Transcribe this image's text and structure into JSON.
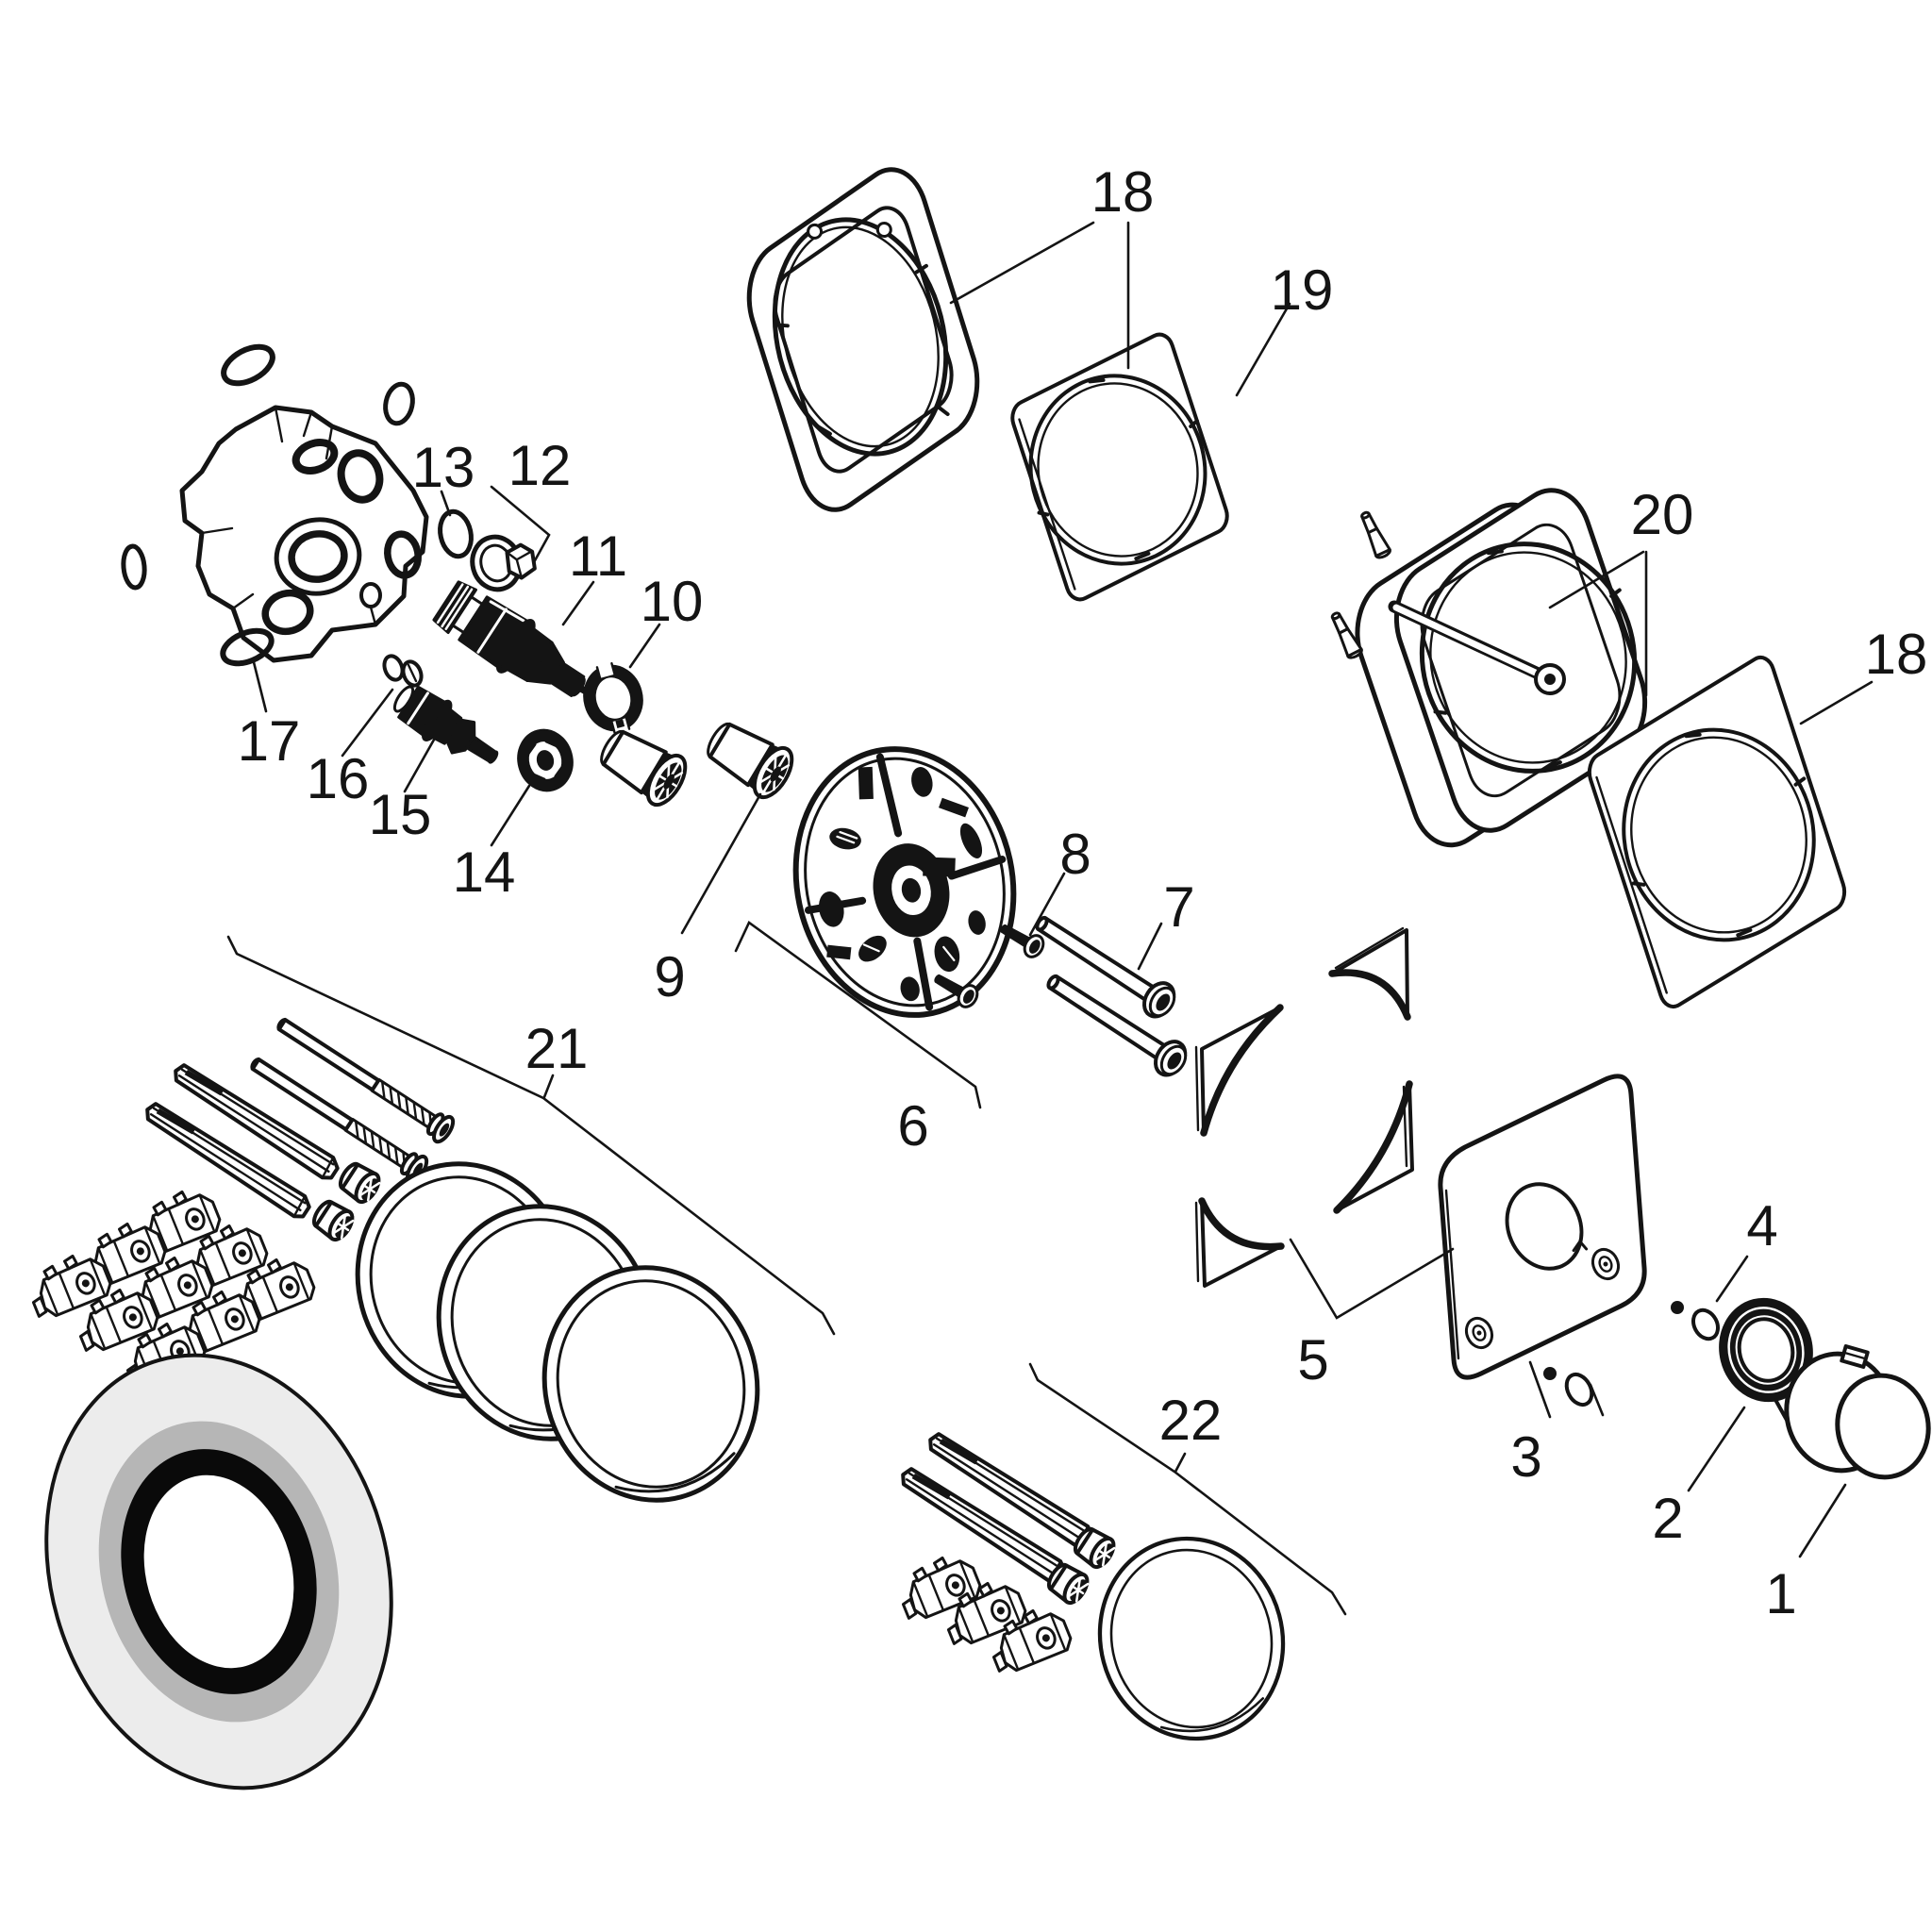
{
  "figure": {
    "type": "exploded-parts-diagram",
    "style": "black line art on white, isometric exploded view of a concealed thermostatic shower mixer",
    "callout_count": 23
  },
  "colors": {
    "ink": "#141414",
    "paper": "#ffffff",
    "seal_ring_outer": "#ececec",
    "seal_ring_mid": "#b6b6b6",
    "seal_ring_dark": "#0a0a0a"
  },
  "callouts": [
    {
      "id": "1",
      "label": "1"
    },
    {
      "id": "2",
      "label": "2"
    },
    {
      "id": "3",
      "label": "3"
    },
    {
      "id": "4",
      "label": "4"
    },
    {
      "id": "5",
      "label": "5"
    },
    {
      "id": "6",
      "label": "6"
    },
    {
      "id": "7",
      "label": "7"
    },
    {
      "id": "8",
      "label": "8"
    },
    {
      "id": "9",
      "label": "9"
    },
    {
      "id": "10",
      "label": "10"
    },
    {
      "id": "11",
      "label": "11"
    },
    {
      "id": "12",
      "label": "12"
    },
    {
      "id": "13",
      "label": "13"
    },
    {
      "id": "14",
      "label": "14"
    },
    {
      "id": "15",
      "label": "15"
    },
    {
      "id": "16",
      "label": "16"
    },
    {
      "id": "17",
      "label": "17"
    },
    {
      "id": "18",
      "label": "18"
    },
    {
      "id": "19",
      "label": "19"
    },
    {
      "id": "20",
      "label": "20"
    },
    {
      "id": "21",
      "label": "21"
    },
    {
      "id": "22",
      "label": "22"
    },
    {
      "id": "18b",
      "label": "18"
    }
  ]
}
